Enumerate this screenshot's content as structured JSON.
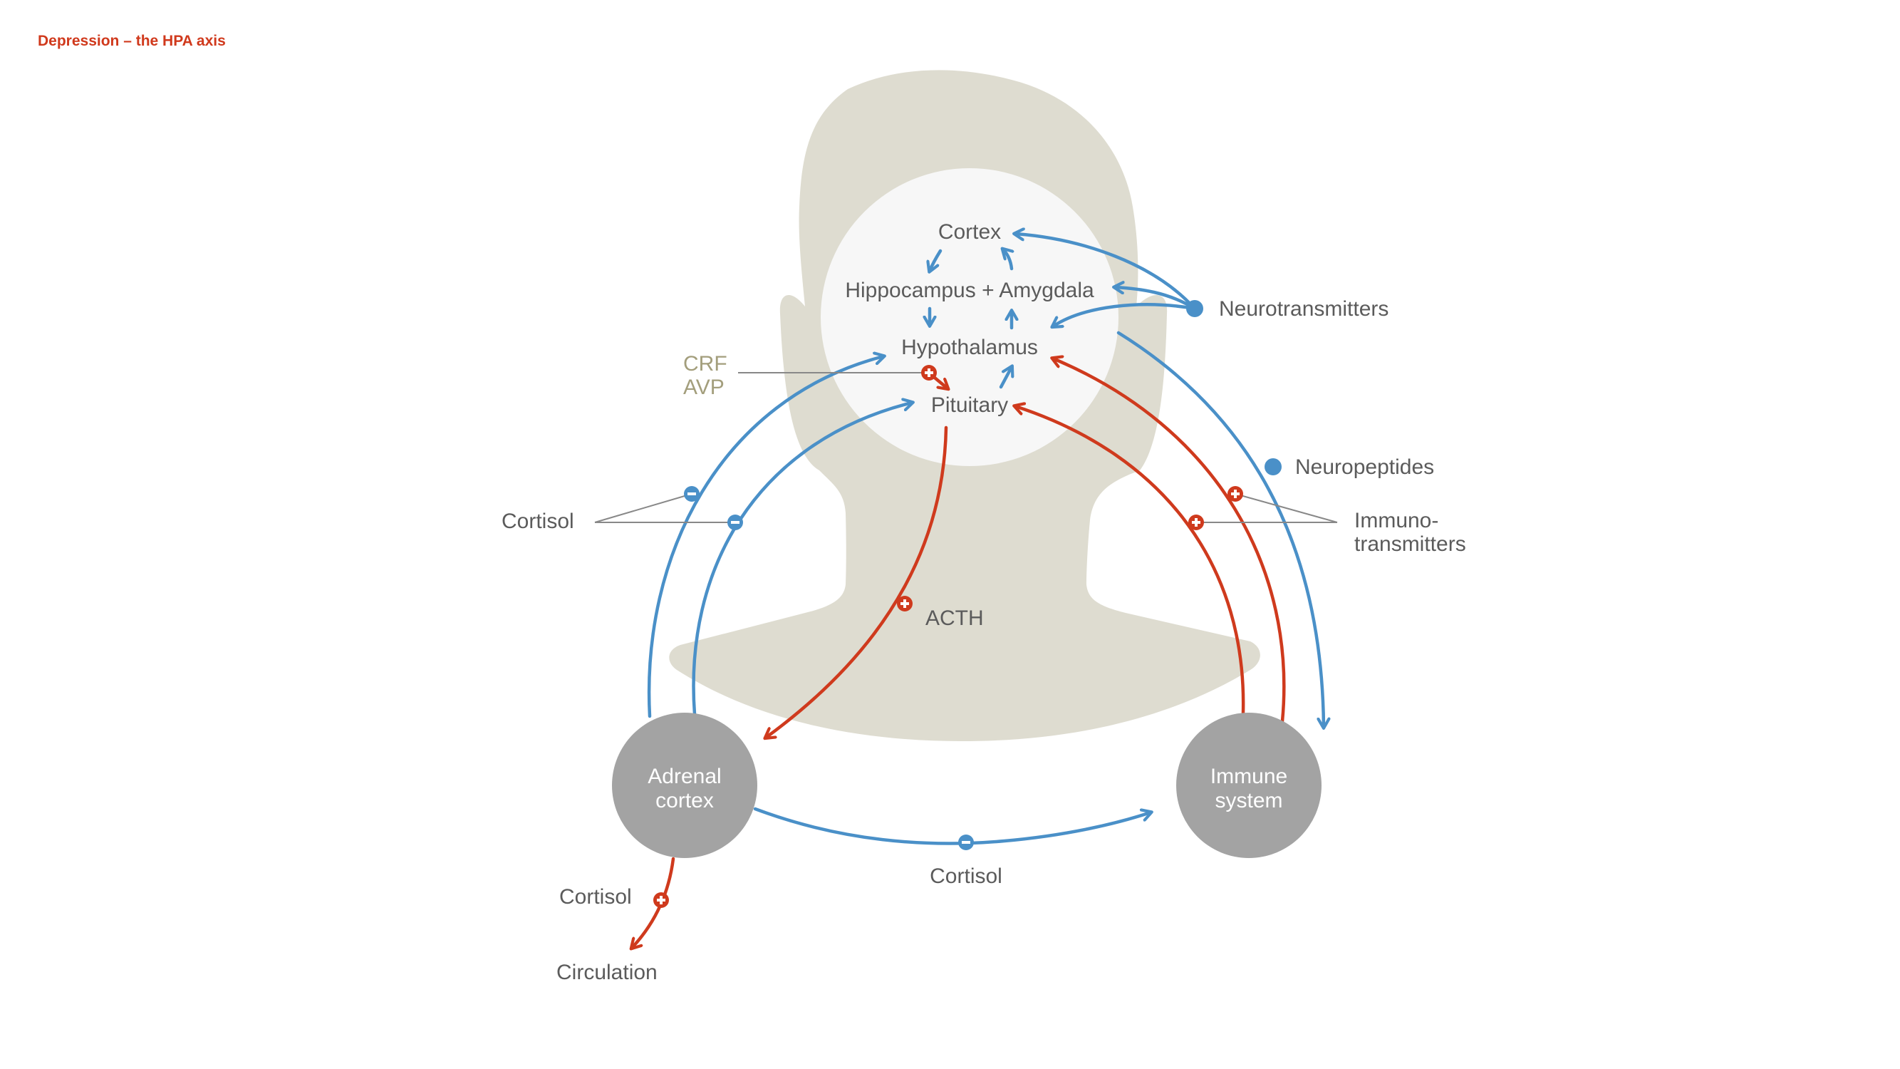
{
  "title": "Depression – the HPA axis",
  "colors": {
    "title": "#D0391C",
    "stimulating": "#CF3A1D",
    "inhibiting": "#4A90C8",
    "silhouette": "#DEDCD0",
    "brain": "#F7F7F7",
    "organ": "#A3A3A3",
    "text": "#5B5B5B",
    "hormone_label": "#A39E7C"
  },
  "brain_regions": {
    "cortex": "Cortex",
    "hippocampus_amygdala": "Hippocampus + Amygdala",
    "hypothalamus": "Hypothalamus",
    "pituitary": "Pituitary"
  },
  "organs": {
    "adrenal": [
      "Adrenal",
      "cortex"
    ],
    "immune": [
      "Immune",
      "system"
    ]
  },
  "signals": {
    "neurotransmitters": "Neurotransmitters",
    "neuropeptides": "Neuropeptides",
    "immunotransmitters": [
      "Immuno-",
      "transmitters"
    ],
    "crf": "CRF",
    "avp": "AVP",
    "acth": "ACTH",
    "cortisol_feedback": "Cortisol",
    "cortisol_immune": "Cortisol",
    "cortisol_out": "Cortisol",
    "circulation": "Circulation"
  },
  "symbols": {
    "plus": "+",
    "minus": "−"
  },
  "legend_semantics": {
    "plus_node": "stimulating",
    "minus_node": "inhibiting"
  }
}
